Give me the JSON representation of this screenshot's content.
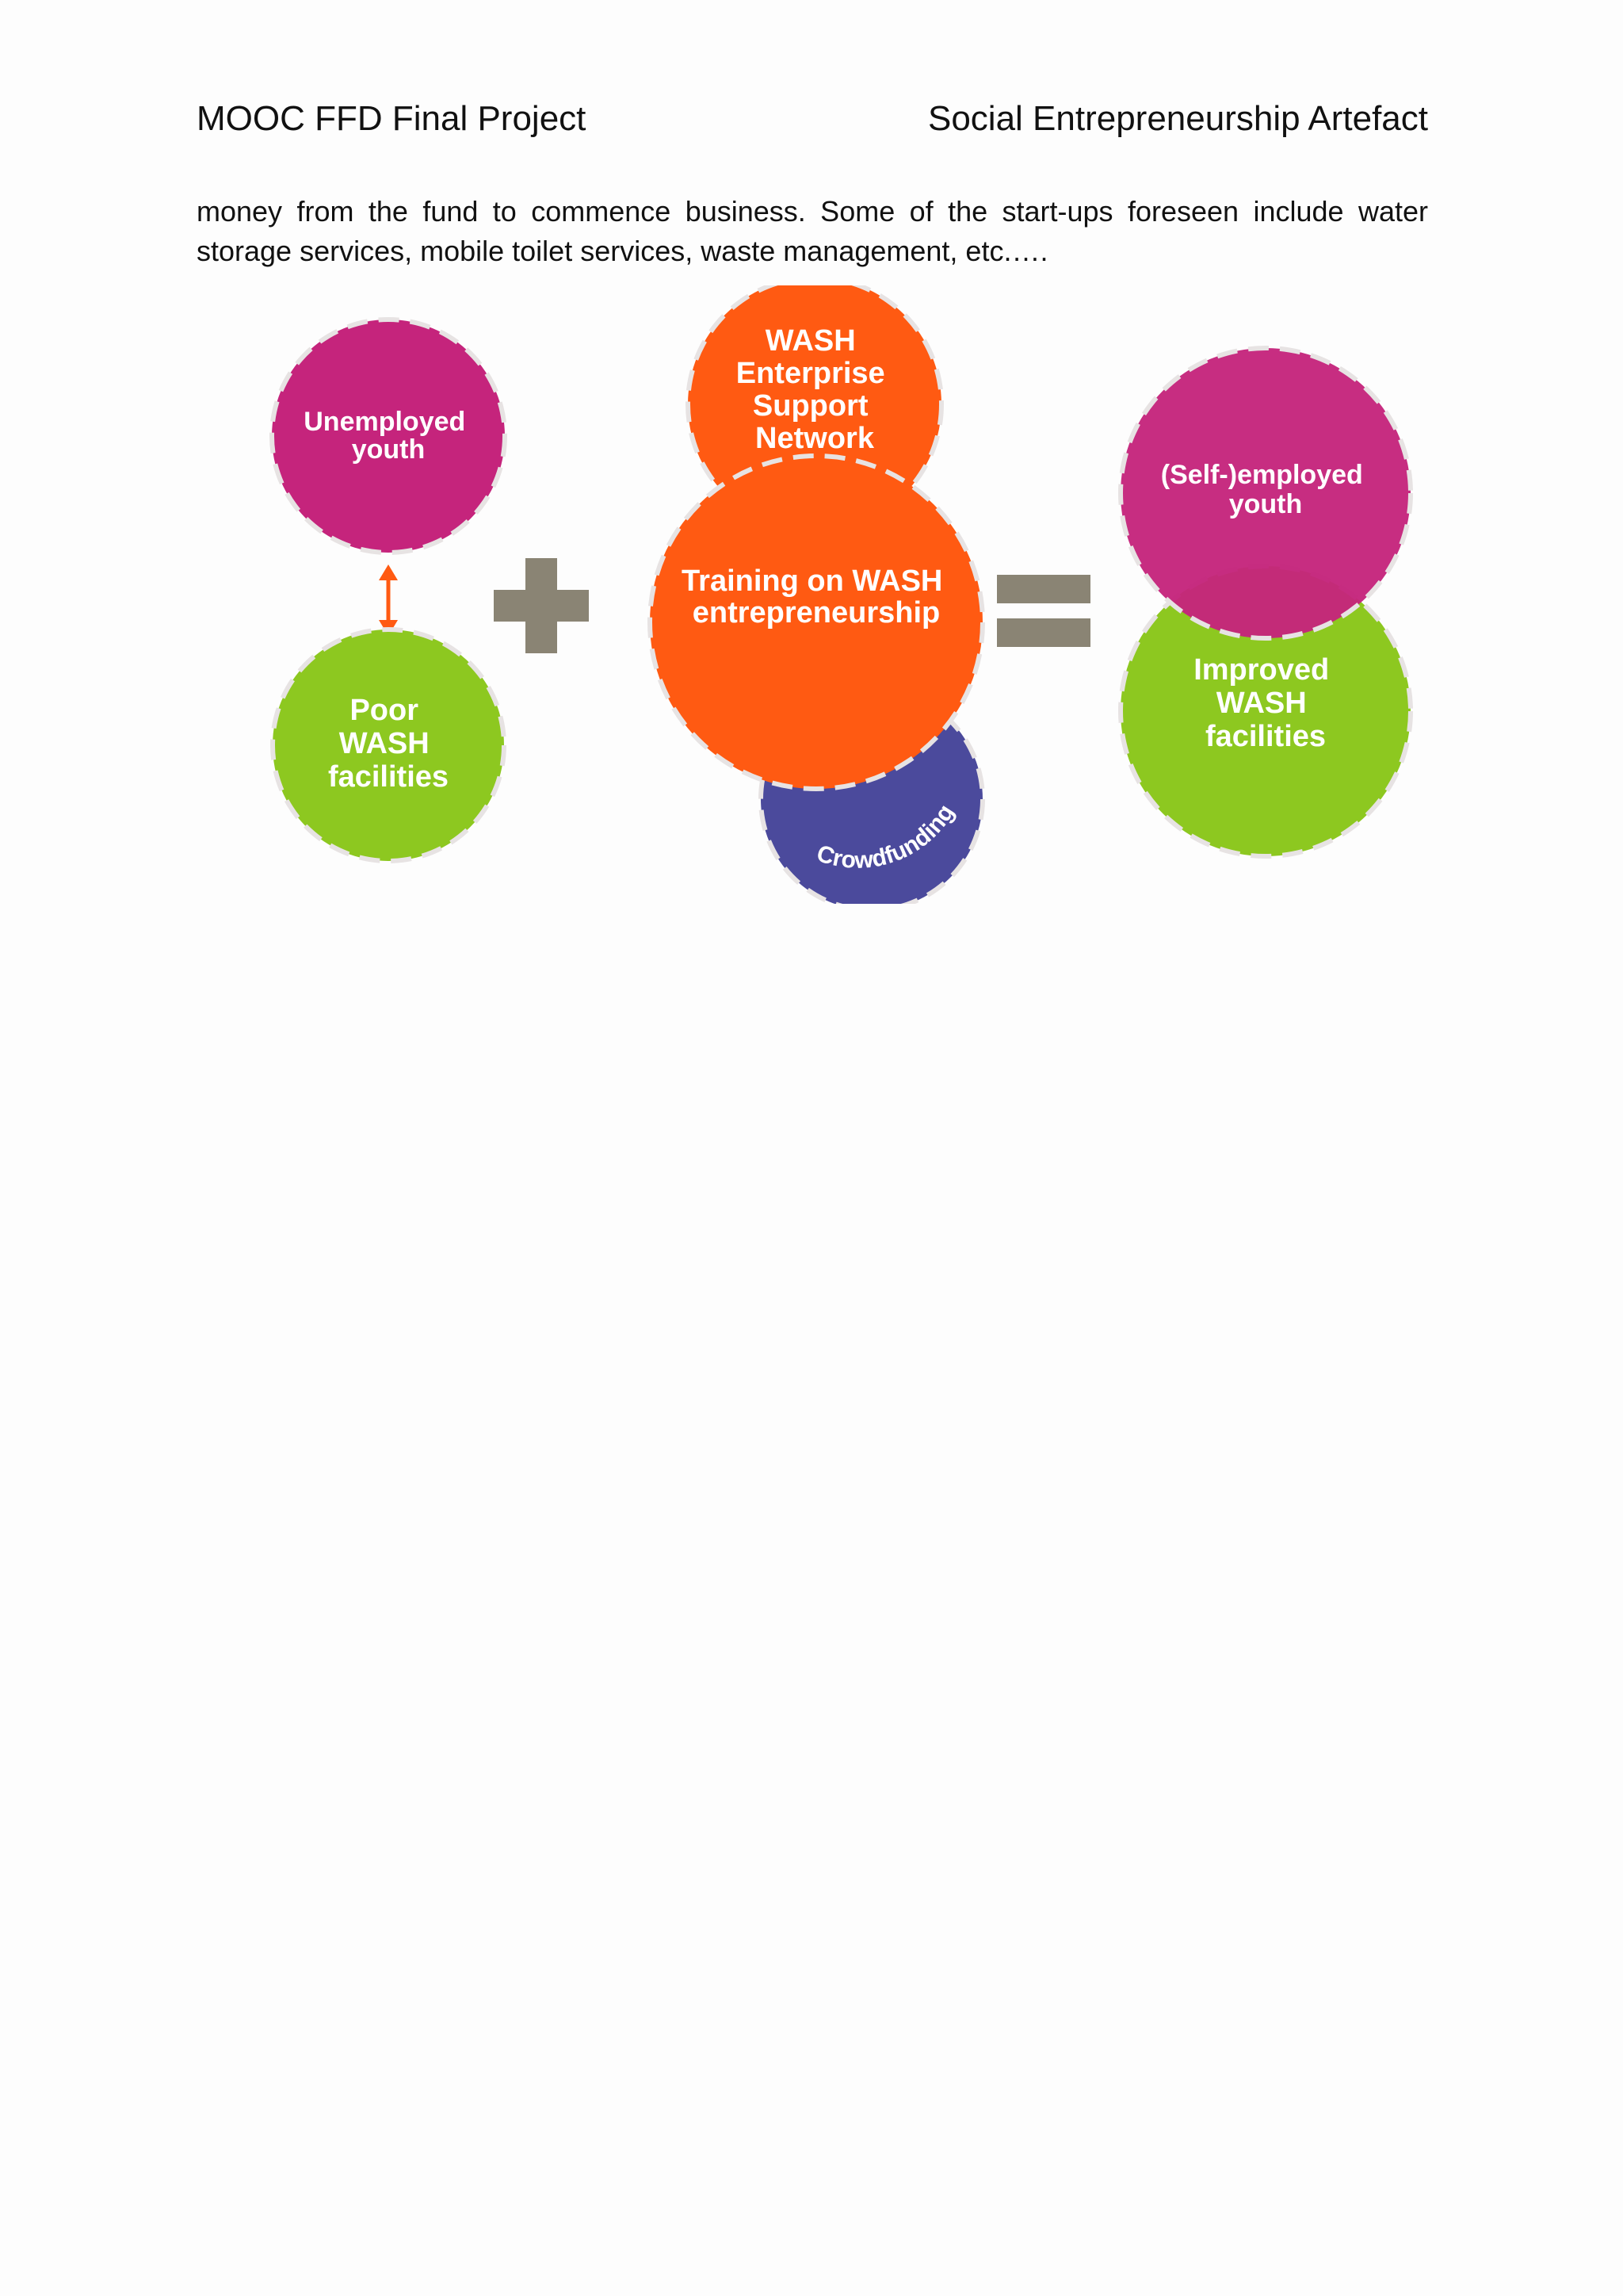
{
  "header": {
    "left": "MOOC FFD Final Project",
    "right": "Social Entrepreneurship Artefact"
  },
  "body_text": "money from the fund to commence business. Some of the start-ups foreseen include water storage services, mobile toilet services, waste management, etc.….",
  "diagram": {
    "unemployed_youth": [
      "Unemployed",
      "youth"
    ],
    "poor_wash": [
      "Poor",
      "WASH",
      "facilities"
    ],
    "wash_network": [
      "WASH",
      "Enterprise",
      "Support",
      "Network"
    ],
    "training": [
      "Training on WASH",
      "entrepreneurship"
    ],
    "crowdfunding": "Crowdfunding",
    "self_employed": [
      "(Self-)employed",
      "youth"
    ],
    "improved_wash": [
      "Improved",
      "WASH",
      "facilities"
    ],
    "colors": {
      "magenta": "#c5247c",
      "green": "#8dc820",
      "orange": "#ff5a12",
      "purple": "#4b4a9c",
      "operator_gray": "#8a8474",
      "arrow_orange": "#ff5a12"
    },
    "icons": [
      "plus-icon",
      "equals-icon",
      "double-arrow-icon"
    ]
  }
}
